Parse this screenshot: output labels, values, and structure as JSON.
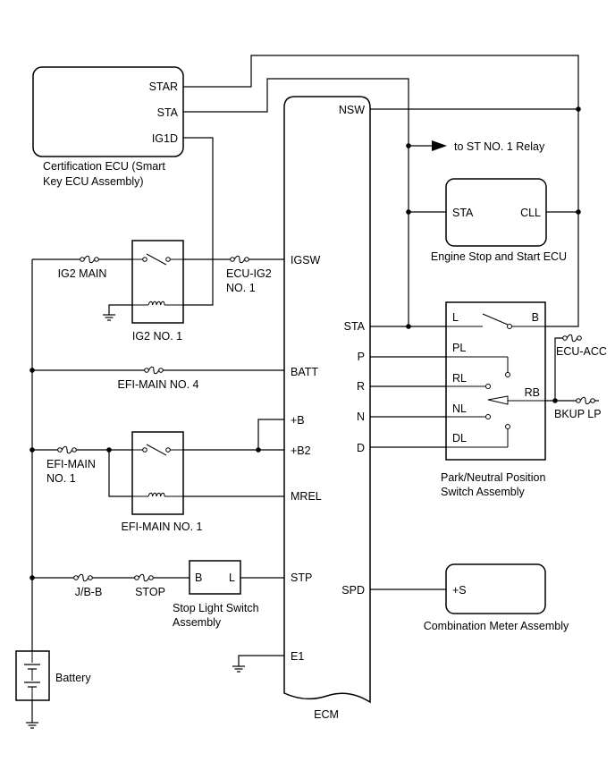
{
  "components": {
    "cert_ecu": {
      "name_line1": "Certification ECU (Smart",
      "name_line2": "Key ECU Assembly)",
      "pins": {
        "star": "STAR",
        "sta": "STA",
        "ig1d": "IG1D"
      }
    },
    "ecm": {
      "name": "ECM",
      "pins": {
        "nsw": "NSW",
        "igsw": "IGSW",
        "sta": "STA",
        "batt": "BATT",
        "p": "P",
        "r": "R",
        "n": "N",
        "d": "D",
        "plus_b": "+B",
        "plus_b2": "+B2",
        "mrel": "MREL",
        "stp": "STP",
        "spd": "SPD",
        "e1": "E1"
      }
    },
    "engine_ecu": {
      "name": "Engine Stop and Start ECU",
      "pins": {
        "sta": "STA",
        "cll": "CLL"
      }
    },
    "pnp_switch": {
      "name_line1": "Park/Neutral Position",
      "name_line2": "Switch Assembly",
      "pins": {
        "l": "L",
        "b": "B",
        "pl": "PL",
        "rl": "RL",
        "nl": "NL",
        "dl": "DL",
        "rb": "RB"
      }
    },
    "combination_meter": {
      "name": "Combination Meter Assembly",
      "pins": {
        "s": "+S"
      }
    },
    "stop_light_switch": {
      "name_line1": "Stop Light Switch",
      "name_line2": "Assembly",
      "pins": {
        "b": "B",
        "l": "L"
      }
    },
    "ig2_relay": {
      "name": "IG2 NO. 1"
    },
    "efi_relay": {
      "name": "EFI-MAIN NO. 1"
    },
    "battery": {
      "name": "Battery"
    }
  },
  "fuses": {
    "ig2_main": "IG2 MAIN",
    "ecu_ig2_line1": "ECU-IG2",
    "ecu_ig2_line2": "NO. 1",
    "efi_main4": "EFI-MAIN NO. 4",
    "efi_main1_line1": "EFI-MAIN",
    "efi_main1_line2": "NO. 1",
    "jb_b": "J/B-B",
    "stop": "STOP",
    "ecu_acc": "ECU-ACC",
    "bkup_lp": "BKUP LP"
  },
  "notes": {
    "to_st_relay": "to ST NO. 1 Relay"
  }
}
